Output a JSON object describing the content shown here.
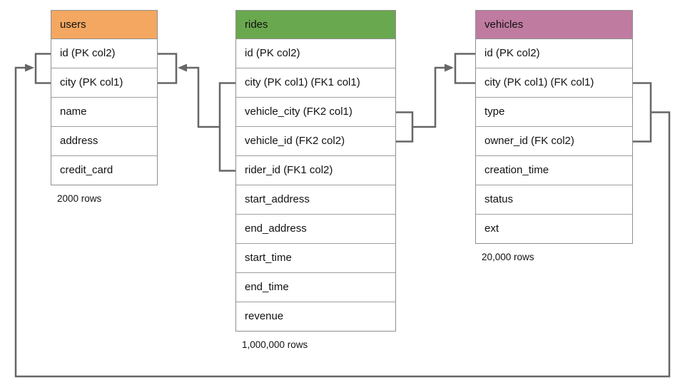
{
  "diagram": {
    "line_color": "#666666",
    "tables": [
      {
        "name": "users",
        "header_color": "#F3A761",
        "columns": [
          "id (PK col2)",
          "city (PK col1)",
          "name",
          "address",
          "credit_card"
        ],
        "row_count_label": "2000 rows"
      },
      {
        "name": "rides",
        "header_color": "#6AA84F",
        "columns": [
          "id (PK col2)",
          "city (PK col1) (FK1 col1)",
          "vehicle_city (FK2 col1)",
          "vehicle_id (FK2 col2)",
          "rider_id (FK1 col2)",
          "start_address",
          "end_address",
          "start_time",
          "end_time",
          "revenue"
        ],
        "row_count_label": "1,000,000 rows"
      },
      {
        "name": "vehicles",
        "header_color": "#C07BA0",
        "columns": [
          "id (PK col2)",
          "city (PK col1) (FK col1)",
          "type",
          "owner_id (FK col2)",
          "creation_time",
          "status",
          "ext"
        ],
        "row_count_label": "20,000 rows"
      }
    ],
    "relations": [
      {
        "from_table": "rides",
        "from_columns": [
          "city (PK col1) (FK1 col1)",
          "rider_id (FK1 col2)"
        ],
        "to_table": "users",
        "to_columns": [
          "id (PK col2)",
          "city (PK col1)"
        ]
      },
      {
        "from_table": "rides",
        "from_columns": [
          "vehicle_city (FK2 col1)",
          "vehicle_id (FK2 col2)"
        ],
        "to_table": "vehicles",
        "to_columns": [
          "id (PK col2)",
          "city (PK col1) (FK col1)"
        ]
      },
      {
        "from_table": "vehicles",
        "from_columns": [
          "city (PK col1) (FK col1)",
          "owner_id (FK col2)"
        ],
        "to_table": "users",
        "to_columns": [
          "id (PK col2)",
          "city (PK col1)"
        ]
      }
    ]
  }
}
